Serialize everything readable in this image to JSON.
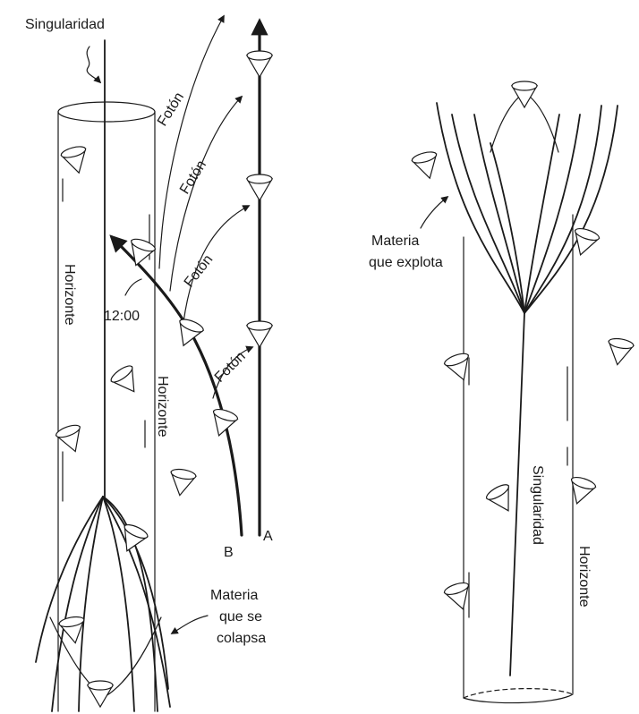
{
  "left_diagram": {
    "singularity_label": "Singularidad",
    "horizon_label_inside": "Horizonte",
    "horizon_label_outside": "Horizonte",
    "time_label": "12:00",
    "photon_labels": [
      "Fotón",
      "Fotón",
      "Fotón",
      "Fotón"
    ],
    "observer_a_label": "A",
    "observer_b_label": "B",
    "matter_label_lines": [
      "Materia",
      "que se",
      "colapsa"
    ]
  },
  "right_diagram": {
    "matter_label_lines": [
      "Materia",
      "que explota"
    ],
    "singularity_label": "Singularidad",
    "horizon_label": "Horizonte"
  },
  "icons": [
    "light-cone-icon",
    "arrow-head-icon"
  ],
  "colors": {
    "ink": "#1a1a1a",
    "background": "#ffffff"
  }
}
